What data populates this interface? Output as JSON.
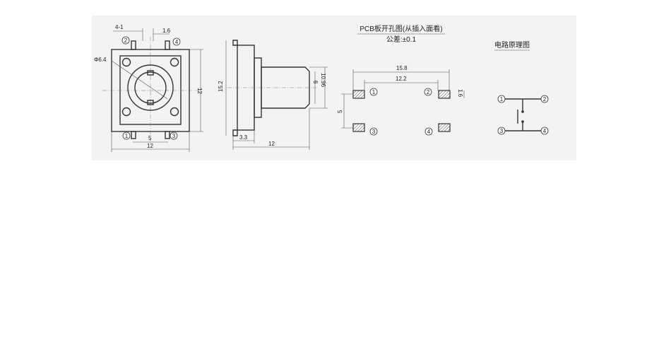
{
  "front_view": {
    "dims": {
      "pitch_count": "4-1",
      "pin_width": "1.6",
      "diameter": "Φ6.4",
      "height": "12",
      "spacing": "5",
      "width": "12"
    },
    "pins": [
      "1",
      "2",
      "3",
      "4"
    ]
  },
  "side_view": {
    "dims": {
      "total_height": "15.2",
      "actuator": "10.96",
      "stem": "6",
      "base": "3.3",
      "length": "12"
    }
  },
  "pcb_layout": {
    "title": "PCB板开孔图(从插入面看)",
    "tolerance": "公差:±0.1",
    "dims": {
      "outer": "15.8",
      "inner": "12.2",
      "pad": "1.6",
      "vertical": "5"
    },
    "pins": [
      "1",
      "2",
      "3",
      "4"
    ]
  },
  "circuit": {
    "title": "电路原理图",
    "pins": [
      "1",
      "2",
      "3",
      "4"
    ]
  }
}
